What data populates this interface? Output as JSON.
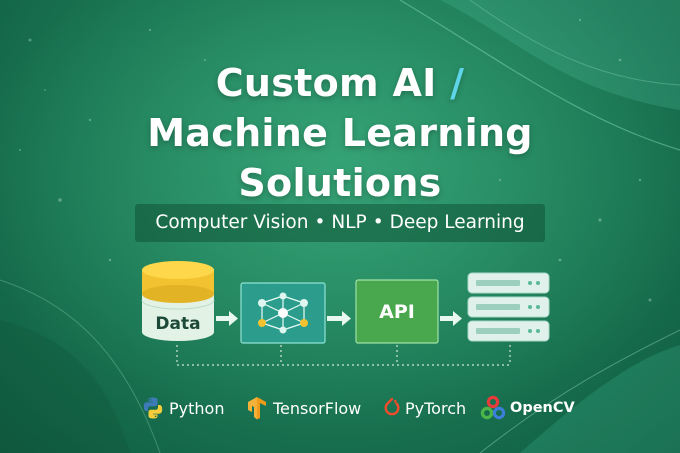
{
  "title": {
    "line1_text": "Custom AI ",
    "line1_slash": "/",
    "line2": "Machine Learning",
    "line3": "Solutions"
  },
  "subtitle": {
    "item1": "Computer Vision",
    "item2": "NLP",
    "item3": "Deep Learning",
    "separator": "•"
  },
  "pipeline": {
    "data_label": "Data",
    "api_label": "API",
    "stage_icons": [
      "database-icon",
      "neural-network-icon",
      "api-block-icon",
      "server-stack-icon"
    ]
  },
  "technologies": [
    {
      "label": "Python",
      "icon": "python-logo-icon"
    },
    {
      "label": "TensorFlow",
      "icon": "tensorflow-logo-icon"
    },
    {
      "label": "PyTorch",
      "icon": "pytorch-logo-icon"
    },
    {
      "label": "OpenCV",
      "icon": "opencv-logo-icon"
    }
  ],
  "colors": {
    "background": "#1f7f5a",
    "accent_slash": "#5fd3e8",
    "database_top": "#f2c230",
    "database_body": "#e2f3e6",
    "node_box": "#2c9d8c",
    "api_box": "#49a84e",
    "server": "#dff1ea"
  }
}
